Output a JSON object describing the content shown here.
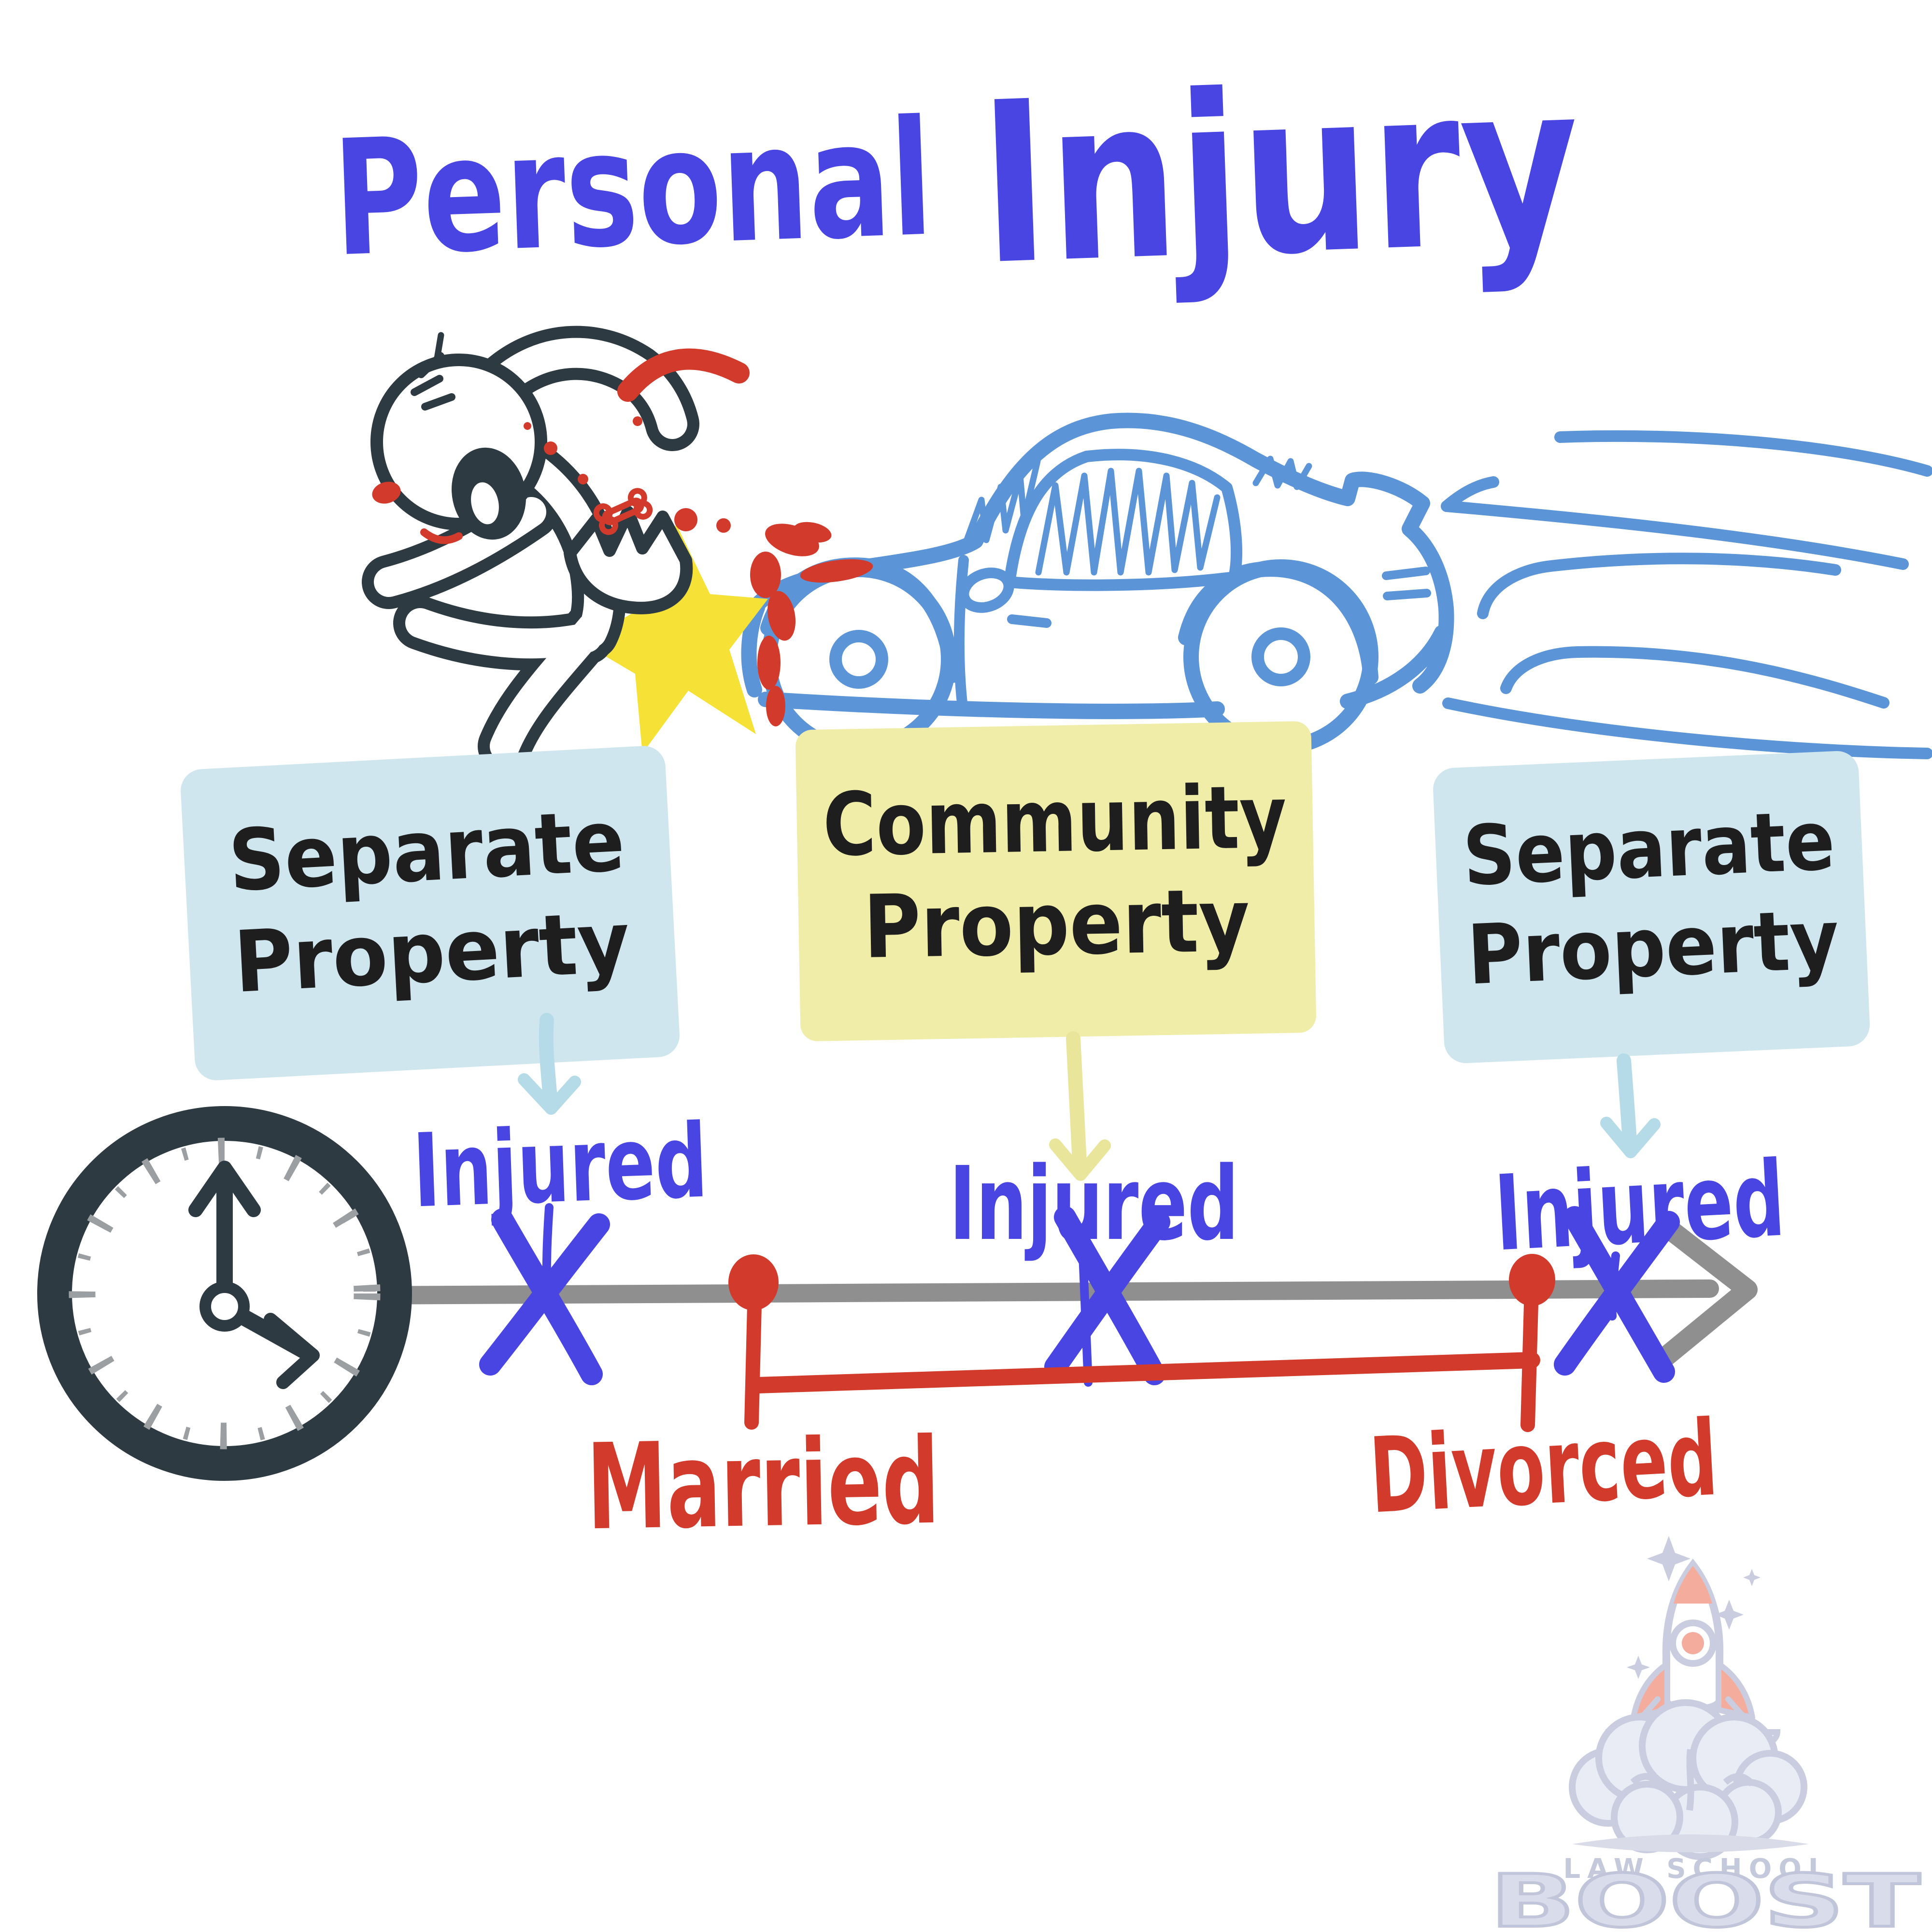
{
  "title": {
    "word1": "Personal",
    "word2": "Injury"
  },
  "property_boxes": {
    "left": {
      "line1": "Separate",
      "line2": "Property"
    },
    "middle": {
      "line1": "Community",
      "line2": "Property"
    },
    "right": {
      "line1": "Separate",
      "line2": "Property"
    }
  },
  "timeline": {
    "injured_left": "Injured",
    "injured_middle": "Injured",
    "injured_right": "Injured",
    "married_label": "Married",
    "divorced_label": "Divorced"
  },
  "logo": {
    "tagline": "LAW SCHOOL",
    "brand": "BOOST"
  },
  "colors": {
    "ink_blue": "#4845e2",
    "sketch_blue": "#5b95d8",
    "note_blue": "#cfe6ee",
    "note_yellow": "#efeda8",
    "marker_red": "#d23b2c",
    "timeline_gray": "#8f8f8f",
    "clock_dark": "#2e3a42",
    "impact_yellow": "#f6e236",
    "watermark_gray": "#c7cbde"
  }
}
